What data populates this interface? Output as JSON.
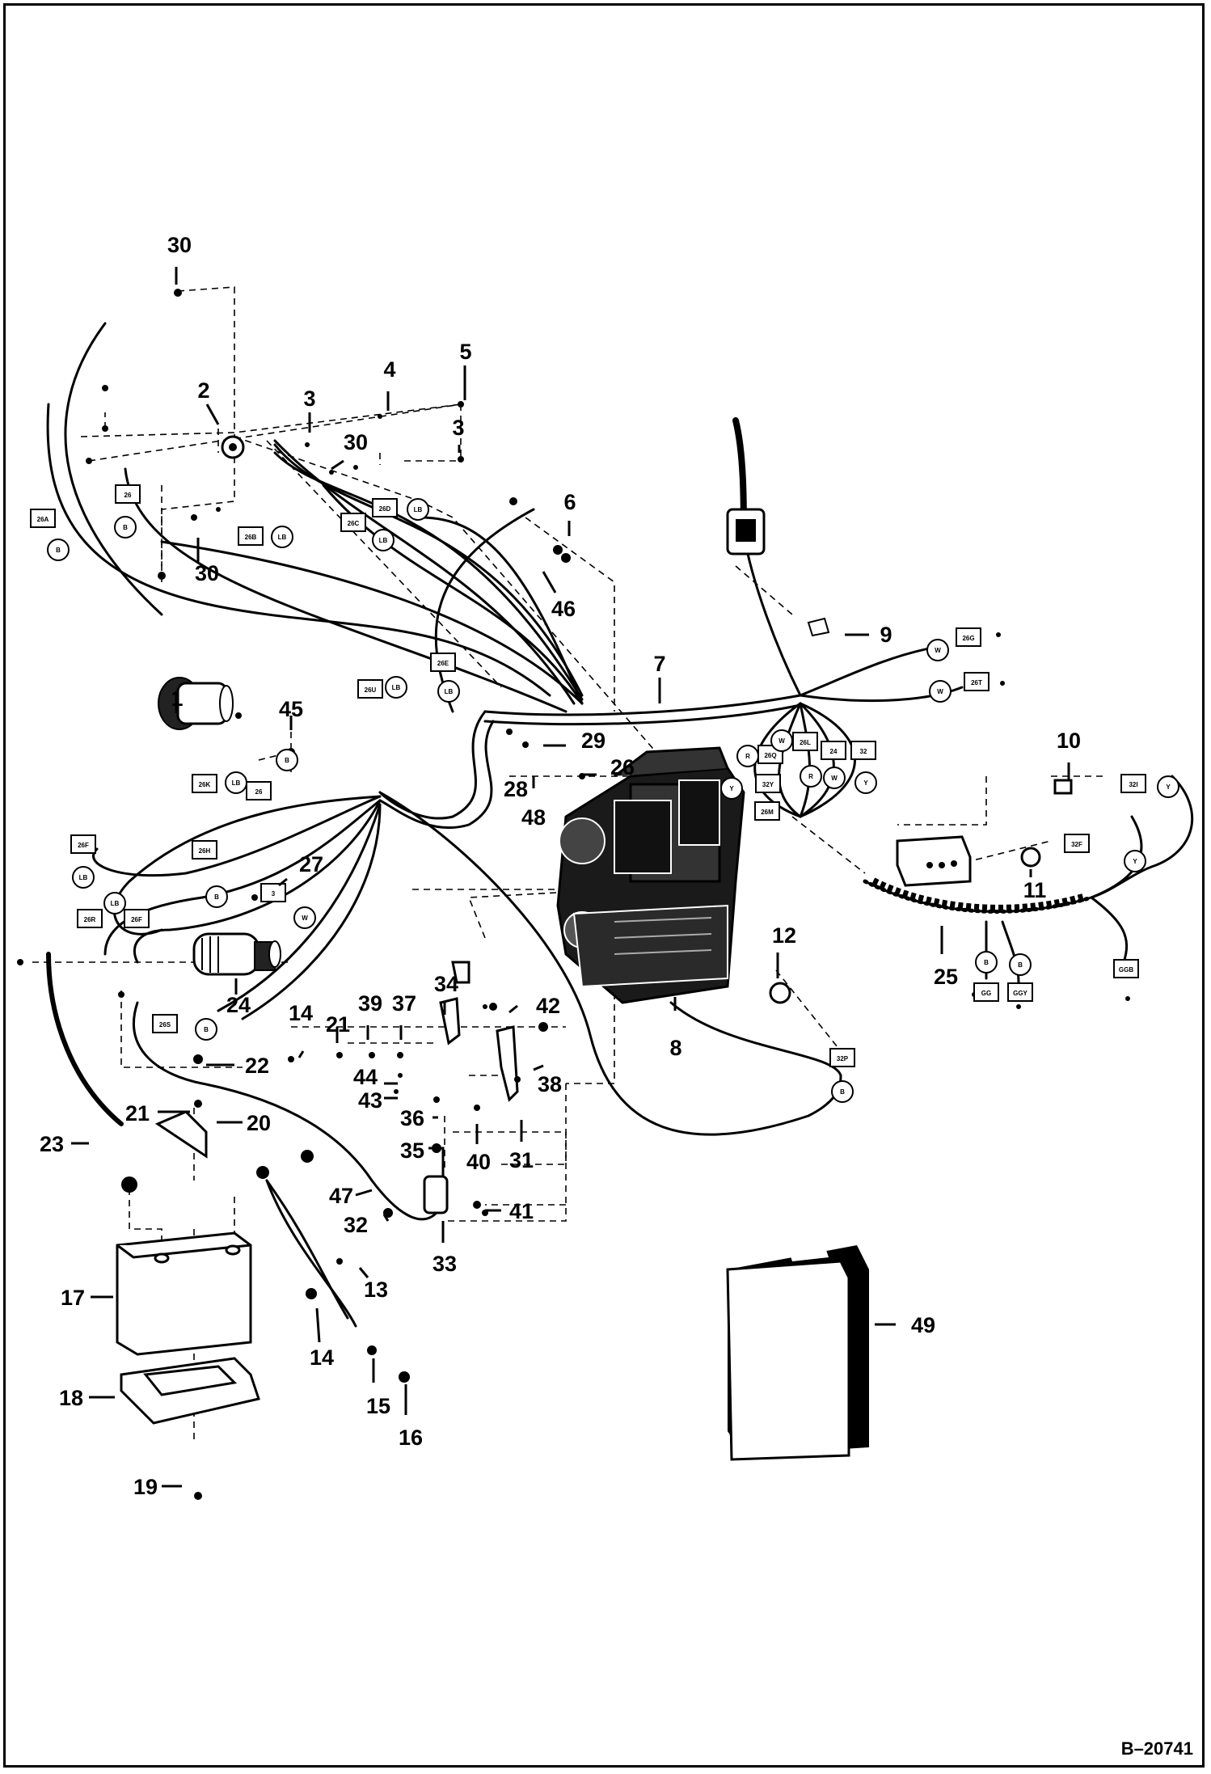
{
  "figure_id": "B–20741",
  "callouts": [
    {
      "id": "c-30a",
      "text": "30"
    },
    {
      "id": "c-2",
      "text": "2"
    },
    {
      "id": "c-3a",
      "text": "3"
    },
    {
      "id": "c-4",
      "text": "4"
    },
    {
      "id": "c-5",
      "text": "5"
    },
    {
      "id": "c-3b",
      "text": "3"
    },
    {
      "id": "c-30b",
      "text": "30"
    },
    {
      "id": "c-30c",
      "text": "30"
    },
    {
      "id": "c-6",
      "text": "6"
    },
    {
      "id": "c-46",
      "text": "46"
    },
    {
      "id": "c-9",
      "text": "9"
    },
    {
      "id": "c-7",
      "text": "7"
    },
    {
      "id": "c-1",
      "text": "1"
    },
    {
      "id": "c-45",
      "text": "45"
    },
    {
      "id": "c-29",
      "text": "29"
    },
    {
      "id": "c-26",
      "text": "26"
    },
    {
      "id": "c-28",
      "text": "28"
    },
    {
      "id": "c-48",
      "text": "48"
    },
    {
      "id": "c-10",
      "text": "10"
    },
    {
      "id": "c-11",
      "text": "11"
    },
    {
      "id": "c-27",
      "text": "27"
    },
    {
      "id": "c-12",
      "text": "12"
    },
    {
      "id": "c-25",
      "text": "25"
    },
    {
      "id": "c-24",
      "text": "24"
    },
    {
      "id": "c-34",
      "text": "34"
    },
    {
      "id": "c-42",
      "text": "42"
    },
    {
      "id": "c-14a",
      "text": "14"
    },
    {
      "id": "c-21a",
      "text": "21"
    },
    {
      "id": "c-39",
      "text": "39"
    },
    {
      "id": "c-37",
      "text": "37"
    },
    {
      "id": "c-8",
      "text": "8"
    },
    {
      "id": "c-22",
      "text": "22"
    },
    {
      "id": "c-44",
      "text": "44"
    },
    {
      "id": "c-38",
      "text": "38"
    },
    {
      "id": "c-43",
      "text": "43"
    },
    {
      "id": "c-21b",
      "text": "21"
    },
    {
      "id": "c-20",
      "text": "20"
    },
    {
      "id": "c-36",
      "text": "36"
    },
    {
      "id": "c-23",
      "text": "23"
    },
    {
      "id": "c-35",
      "text": "35"
    },
    {
      "id": "c-40",
      "text": "40"
    },
    {
      "id": "c-31",
      "text": "31"
    },
    {
      "id": "c-47",
      "text": "47"
    },
    {
      "id": "c-32",
      "text": "32"
    },
    {
      "id": "c-41",
      "text": "41"
    },
    {
      "id": "c-33",
      "text": "33"
    },
    {
      "id": "c-13",
      "text": "13"
    },
    {
      "id": "c-17",
      "text": "17"
    },
    {
      "id": "c-49",
      "text": "49"
    },
    {
      "id": "c-14b",
      "text": "14"
    },
    {
      "id": "c-15",
      "text": "15"
    },
    {
      "id": "c-16",
      "text": "16"
    },
    {
      "id": "c-18",
      "text": "18"
    },
    {
      "id": "c-19",
      "text": "19"
    }
  ],
  "wire_tags": [
    {
      "id": "t1",
      "text": "26A"
    },
    {
      "id": "t2",
      "text": "26"
    },
    {
      "id": "t3",
      "text": "26B"
    },
    {
      "id": "t4",
      "text": "26D"
    },
    {
      "id": "t5",
      "text": "26C"
    },
    {
      "id": "t6",
      "text": "26E"
    },
    {
      "id": "t7",
      "text": "26G"
    },
    {
      "id": "t8",
      "text": "26T"
    },
    {
      "id": "t9",
      "text": "26U"
    },
    {
      "id": "t10",
      "text": "26K"
    },
    {
      "id": "t11",
      "text": "26F"
    },
    {
      "id": "t12",
      "text": "26H"
    },
    {
      "id": "t13",
      "text": "26R"
    },
    {
      "id": "t14",
      "text": "26F"
    },
    {
      "id": "t15",
      "text": "26"
    },
    {
      "id": "t16",
      "text": "3"
    },
    {
      "id": "t17",
      "text": "26S"
    },
    {
      "id": "t18",
      "text": "26Q"
    },
    {
      "id": "t19",
      "text": "26L"
    },
    {
      "id": "t20",
      "text": "26M"
    },
    {
      "id": "t21",
      "text": "24"
    },
    {
      "id": "t22",
      "text": "32"
    },
    {
      "id": "t23",
      "text": "32Y"
    },
    {
      "id": "t24",
      "text": "32I"
    },
    {
      "id": "t25",
      "text": "32F"
    },
    {
      "id": "t26",
      "text": "32P"
    },
    {
      "id": "t27",
      "text": "GG"
    },
    {
      "id": "t28",
      "text": "GGY"
    },
    {
      "id": "t29",
      "text": "GGB"
    }
  ],
  "wire_circles": [
    {
      "id": "w1",
      "text": "B"
    },
    {
      "id": "w2",
      "text": "B"
    },
    {
      "id": "w3",
      "text": "LB"
    },
    {
      "id": "w4",
      "text": "LB"
    },
    {
      "id": "w5",
      "text": "LB"
    },
    {
      "id": "w6",
      "text": "LB"
    },
    {
      "id": "w7",
      "text": "LB"
    },
    {
      "id": "w8",
      "text": "B"
    },
    {
      "id": "w9",
      "text": "LB"
    },
    {
      "id": "w10",
      "text": "LB"
    },
    {
      "id": "w11",
      "text": "LB"
    },
    {
      "id": "w12",
      "text": "B"
    },
    {
      "id": "w13",
      "text": "W"
    },
    {
      "id": "w14",
      "text": "B"
    },
    {
      "id": "w15",
      "text": "W"
    },
    {
      "id": "w16",
      "text": "W"
    },
    {
      "id": "w17",
      "text": "R"
    },
    {
      "id": "w18",
      "text": "Y"
    },
    {
      "id": "w19",
      "text": "W"
    },
    {
      "id": "w20",
      "text": "R"
    },
    {
      "id": "w21",
      "text": "W"
    },
    {
      "id": "w22",
      "text": "Y"
    },
    {
      "id": "w23",
      "text": "Y"
    },
    {
      "id": "w24",
      "text": "Y"
    },
    {
      "id": "w25",
      "text": "B"
    },
    {
      "id": "w26",
      "text": "B"
    },
    {
      "id": "w27",
      "text": "B"
    }
  ]
}
